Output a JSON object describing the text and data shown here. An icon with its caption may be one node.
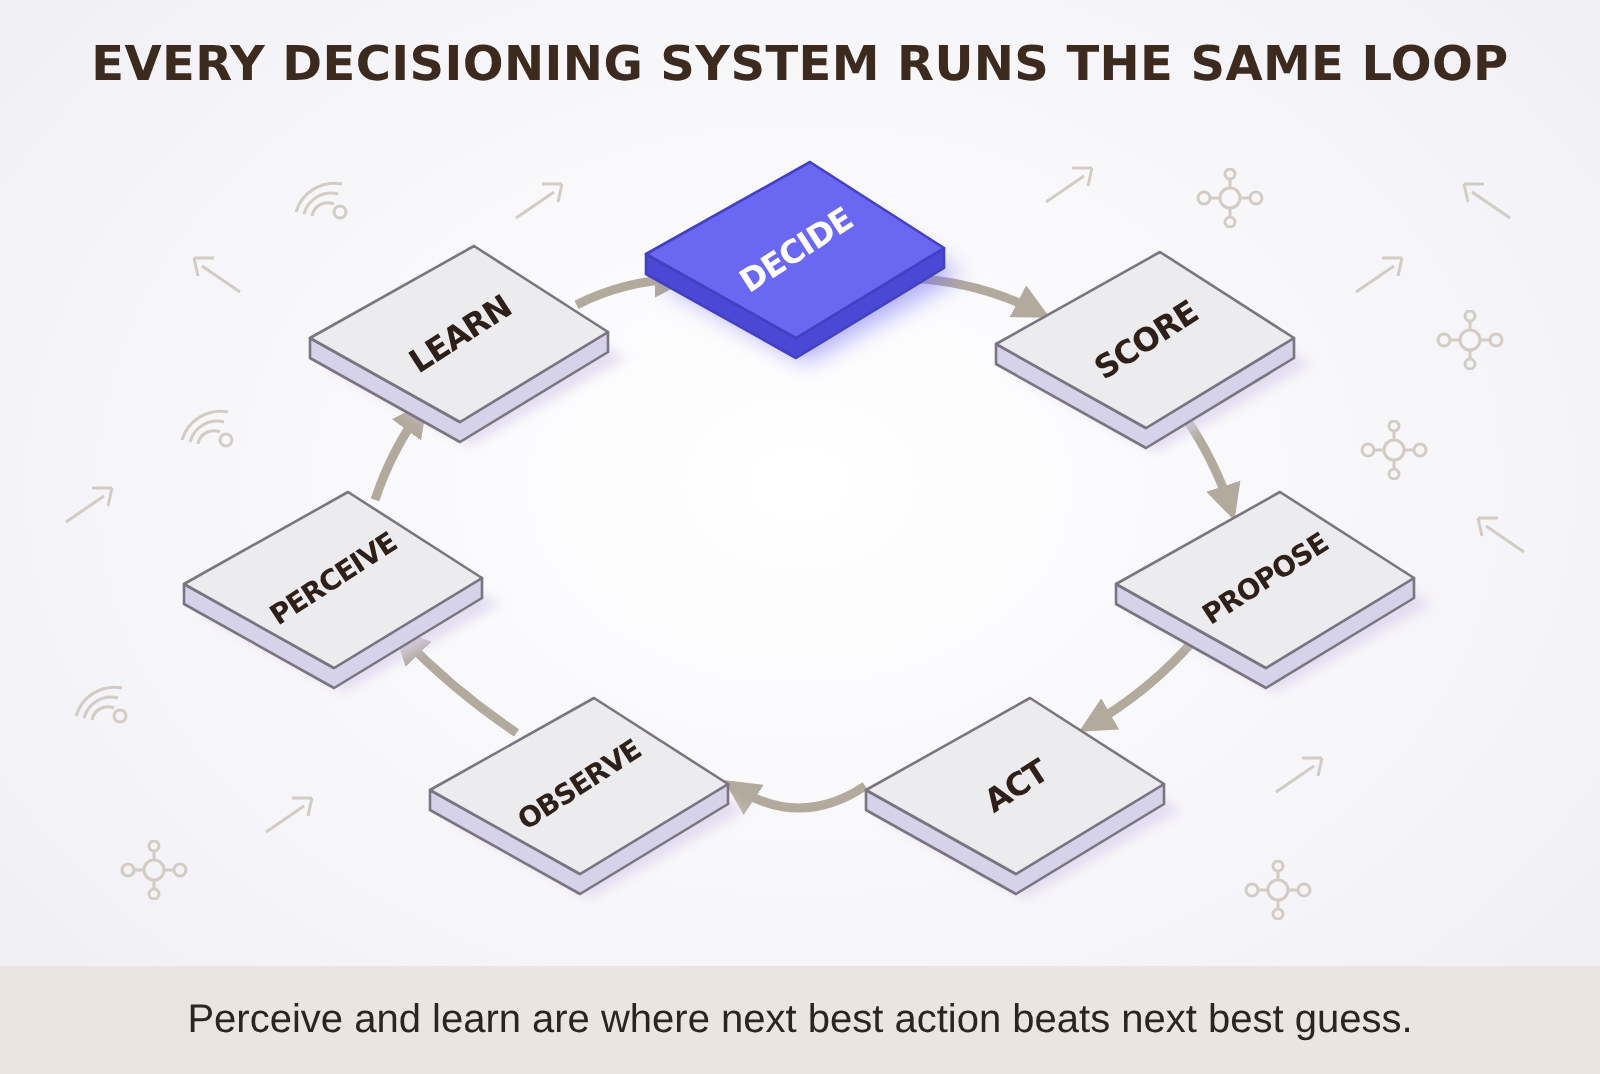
{
  "diagram": {
    "title": "EVERY DECISIONING SYSTEM RUNS THE SAME LOOP",
    "caption": "Perceive and learn are where next best action beats next best guess.",
    "nodes": [
      {
        "text": [
          "LEARN"
        ]
      },
      {
        "text": [
          "DECIDE"
        ]
      },
      {
        "text": [
          "SCORE"
        ]
      },
      {
        "text": [
          "PROPOSE"
        ]
      },
      {
        "text": [
          "ACT"
        ]
      },
      {
        "text": [
          "OBSERVE"
        ]
      },
      {
        "text": [
          "PERCEIVE"
        ]
      }
    ],
    "edges": [
      {
        "from": 0,
        "to": 1,
        "arrow": "to"
      },
      {
        "from": 1,
        "to": 2,
        "arrow": "to"
      },
      {
        "from": 2,
        "to": 3,
        "arrow": "to"
      },
      {
        "from": 3,
        "to": 4,
        "arrow": "to"
      },
      {
        "from": 4,
        "to": 5,
        "arrow": "to"
      },
      {
        "from": 5,
        "to": 6,
        "arrow": "to"
      },
      {
        "from": 6,
        "to": 0,
        "arrow": "to"
      }
    ]
  }
}
